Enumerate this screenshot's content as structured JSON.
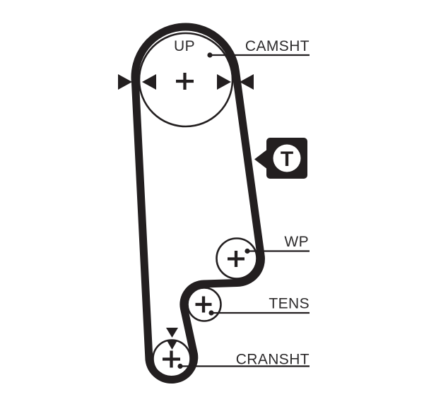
{
  "diagram": {
    "type": "timing-belt-routing",
    "labels": {
      "up": "UP",
      "camshaft": "CAMSHT",
      "water_pump": "WP",
      "tensioner": "TENS",
      "crankshaft": "CRANSHT",
      "tensioner_marker": "T"
    },
    "colors": {
      "ink": "#231f20",
      "label_text": "#2d2b2c",
      "background": "#ffffff"
    }
  }
}
